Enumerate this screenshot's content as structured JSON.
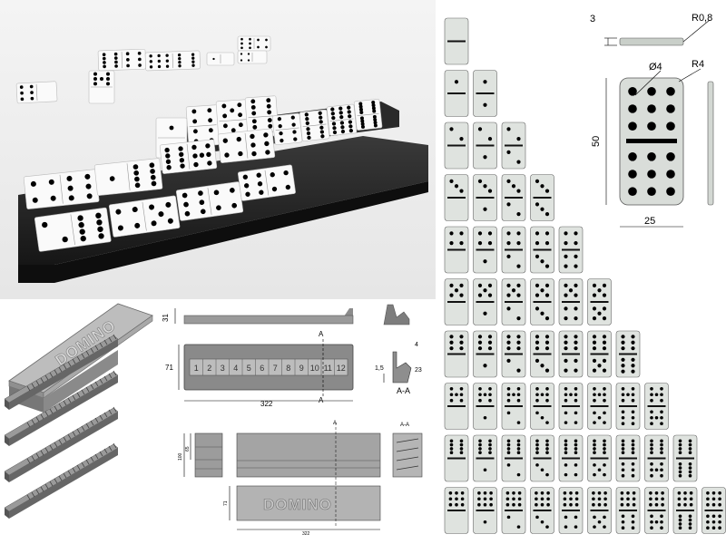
{
  "photo": {
    "caption": ""
  },
  "tray_drawing": {
    "height_label": "31",
    "depth_label": "71",
    "length_label": "322",
    "section_marker": "A",
    "section_title": "A-A",
    "slot_numbers": [
      "1",
      "2",
      "3",
      "4",
      "5",
      "6",
      "7",
      "8",
      "9",
      "10",
      "11",
      "12"
    ],
    "side_dim_1": "1,5",
    "side_dim_2": "23",
    "side_dim_3": "4"
  },
  "box_drawing": {
    "lid_text": "DOMINO",
    "dim_box_height": "100",
    "dim_inner_height": "65",
    "dim_depth": "71",
    "dim_length": "322",
    "section_marker": "A",
    "section_title": "A-A"
  },
  "tile_drawing": {
    "thickness_label": "3",
    "edge_radius_label": "R0,8",
    "hole_label": "Ø4",
    "corner_radius_label": "R4",
    "height_label": "50",
    "width_label": "25"
  },
  "tiles": {
    "max_pips": 9
  }
}
